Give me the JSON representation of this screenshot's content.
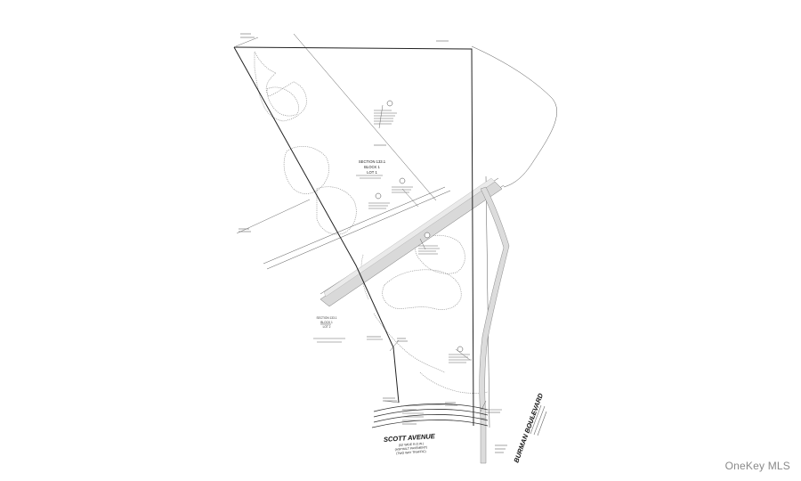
{
  "section_main": {
    "line1": "SECTION 133.1",
    "line2": "BLOCK 1",
    "line3": "LOT 1"
  },
  "section_left": {
    "line1": "SECTION 133.1",
    "line2": "BLOCK 1",
    "line3": "LOT 2"
  },
  "roads": {
    "scott": {
      "name": "SCOTT AVENUE",
      "sub1": "(50' WIDE R.O.W.)",
      "sub2": "(ASPHALT PAVEMENT)",
      "sub3": "(TWO WAY TRAFFIC)"
    },
    "burman": {
      "name": "BURMAN BOULEVARD"
    }
  },
  "watermark": "OneKey MLS"
}
